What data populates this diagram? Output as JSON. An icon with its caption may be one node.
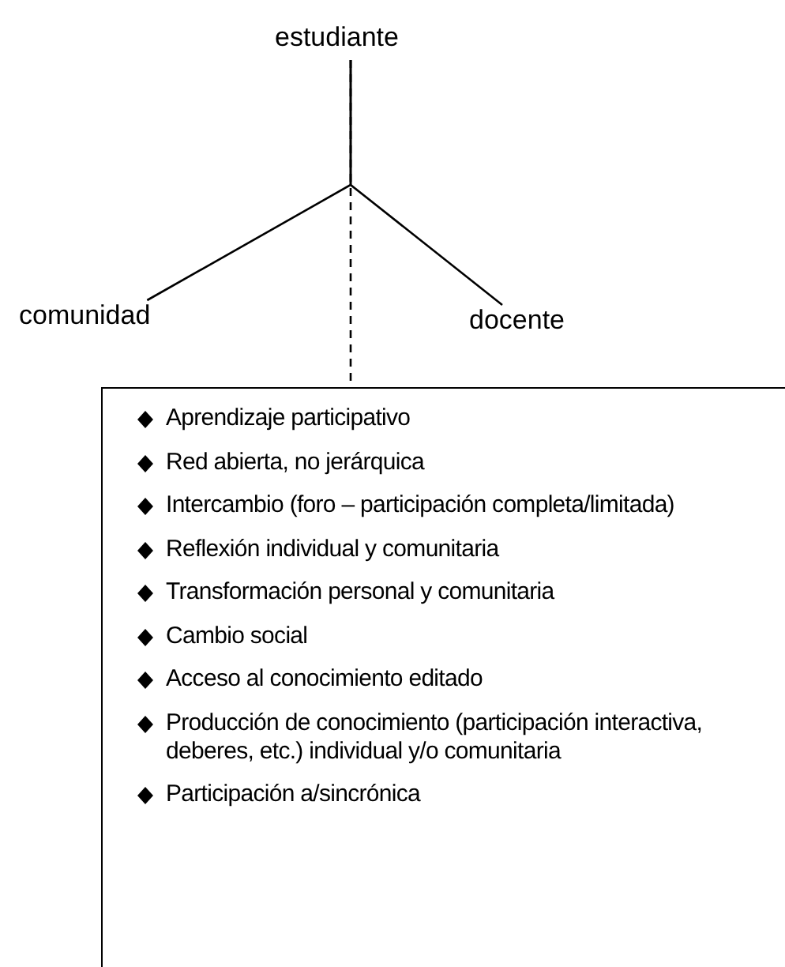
{
  "diagram": {
    "nodes": [
      {
        "text": [
          "estudiante"
        ]
      },
      {
        "text": [
          "comunidad"
        ]
      },
      {
        "text": [
          "docente"
        ]
      },
      {
        "text": [
          "Aprendizaje participativo",
          "Red abierta, no jerárquica",
          "Intercambio (foro – participación completa/limitada)",
          "Reflexión individual y comunitaria",
          "Transformación personal y comunitaria",
          "Cambio social",
          "Acceso al conocimiento editado",
          "Producción de conocimiento (participación interactiva, deberes, etc.) individual y/o comunitaria",
          "Participación a/sincrónica"
        ]
      }
    ],
    "edges": [
      {
        "from": 0,
        "to": 1,
        "arrow": "none"
      },
      {
        "from": 0,
        "to": 2,
        "arrow": "none"
      },
      {
        "from": 0,
        "to": 3,
        "arrow": "none",
        "style": "dashed"
      }
    ]
  }
}
